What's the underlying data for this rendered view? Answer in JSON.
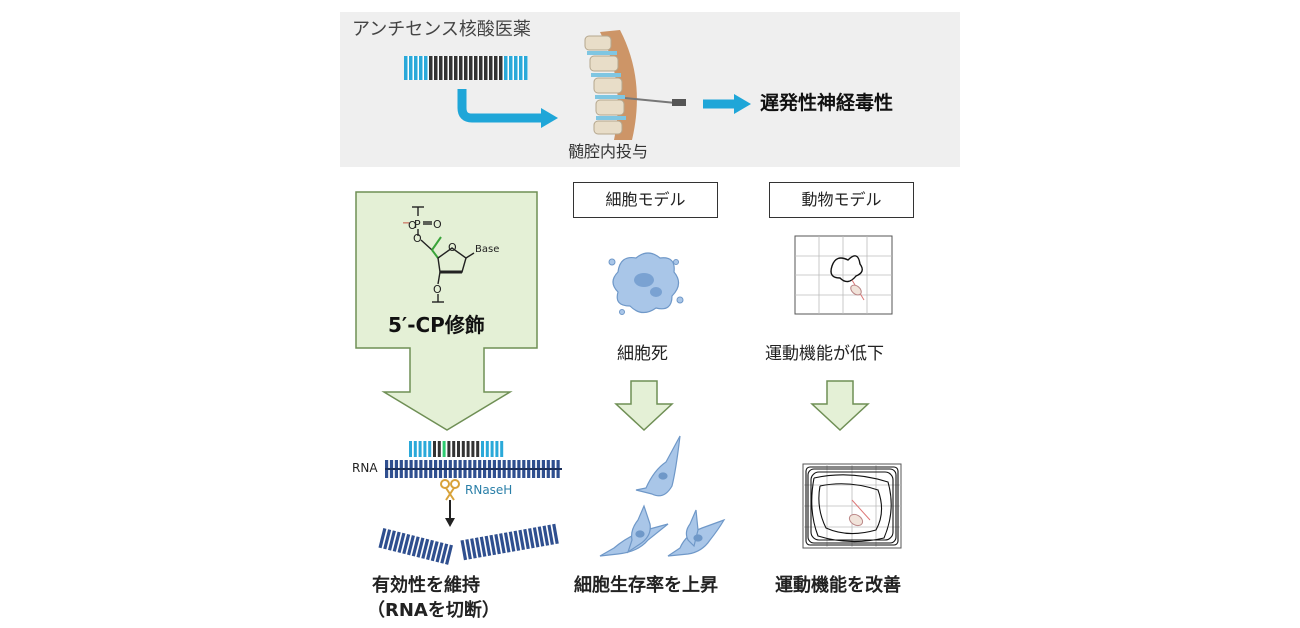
{
  "header": {
    "drug_class": "アンチセンス核酸医薬",
    "route": "髄腔内投与",
    "toxicity": "遅発性神経毒性"
  },
  "models": {
    "cell_label": "細胞モデル",
    "animal_label": "動物モデル",
    "cell_result": "細胞死",
    "animal_result": "運動機能が低下"
  },
  "modification": {
    "title": "5′-CP修飾",
    "chem_base": "Base",
    "chem_o_minus": "O",
    "chem_minus": "−",
    "chem_p": "P",
    "chem_o_top": "O",
    "chem_o_side": "O",
    "chem_o_ring": "O",
    "chem_o_bottom": "O"
  },
  "mechanism": {
    "rna_label": "RNA",
    "enzyme_label": "RNaseH"
  },
  "conclusions": {
    "efficacy_line1": "有効性を維持",
    "efficacy_line2": "（RNAを切断）",
    "cell": "細胞生存率を上昇",
    "animal": "運動機能を改善"
  },
  "colors": {
    "aso_wing": "#2aa9d9",
    "aso_gap": "#333333",
    "rna_strand": "#2f4f8f",
    "arrow_blue": "#1fa6d8",
    "green_fill": "#e4f0d6",
    "green_stroke": "#6f8f55",
    "cell_blue": "#a9c6e8"
  }
}
